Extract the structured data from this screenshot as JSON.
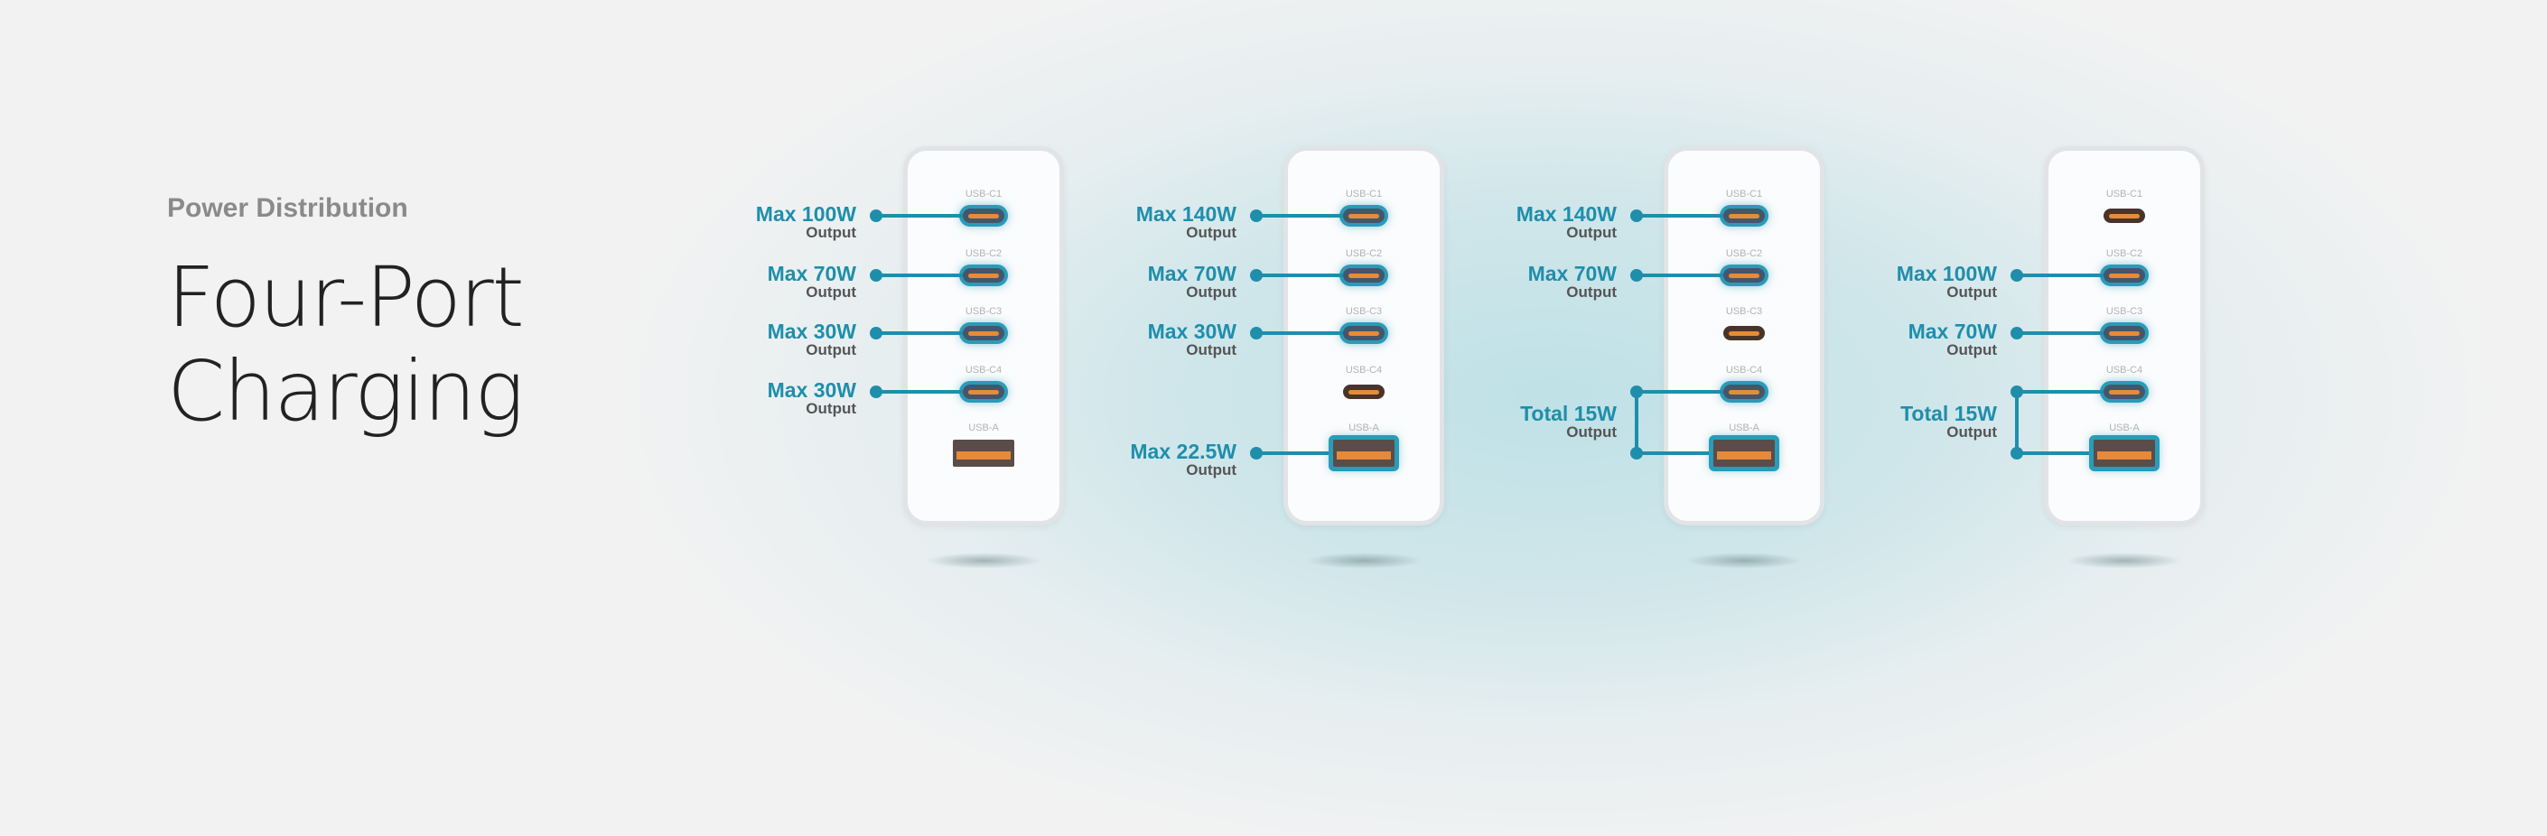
{
  "header": {
    "eyebrow": "Power Distribution",
    "title_line1": "Four-Port",
    "title_line2": "Charging"
  },
  "port_labels": [
    "USB-C1",
    "USB-C2",
    "USB-C3",
    "USB-C4",
    "USB-A"
  ],
  "output_word": "Output",
  "colors": {
    "accent": "#1f8eab",
    "port_orange": "#e58b3a",
    "text_grey": "#8a8a8a"
  },
  "configurations": [
    {
      "ports": [
        {
          "label": "Max 100W",
          "active": true
        },
        {
          "label": "Max 70W",
          "active": true
        },
        {
          "label": "Max 30W",
          "active": true
        },
        {
          "label": "Max 30W",
          "active": true
        },
        {
          "label": "",
          "active": false
        }
      ]
    },
    {
      "ports": [
        {
          "label": "Max 140W",
          "active": true
        },
        {
          "label": "Max 70W",
          "active": true
        },
        {
          "label": "Max 30W",
          "active": true
        },
        {
          "label": "",
          "active": false
        },
        {
          "label": "Max 22.5W",
          "active": true
        }
      ]
    },
    {
      "ports": [
        {
          "label": "Max 140W",
          "active": true
        },
        {
          "label": "Max 70W",
          "active": true
        },
        {
          "label": "",
          "active": false
        },
        {
          "label": "Total 15W",
          "active": true,
          "shared": true
        },
        {
          "label": "Total 15W",
          "active": true,
          "shared": true
        }
      ]
    },
    {
      "ports": [
        {
          "label": "",
          "active": false
        },
        {
          "label": "Max 100W",
          "active": true
        },
        {
          "label": "Max 70W",
          "active": true
        },
        {
          "label": "Total 15W",
          "active": true,
          "shared": true
        },
        {
          "label": "Total 15W",
          "active": true,
          "shared": true
        }
      ]
    }
  ]
}
